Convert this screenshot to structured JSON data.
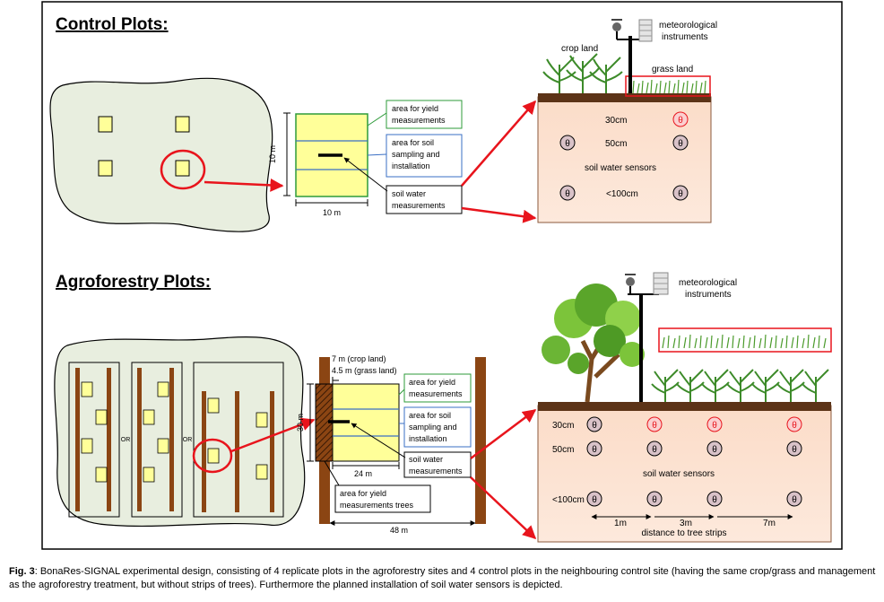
{
  "control": {
    "heading": "Control Plots:",
    "plot_dim_vertical": "10 m",
    "plot_dim_horizontal": "10 m",
    "label_yield": [
      "area for yield",
      "measurements"
    ],
    "label_soil": [
      "area for soil",
      "sampling and",
      "installation"
    ],
    "label_sensors": [
      "soil water",
      "measurements"
    ],
    "meteo": [
      "meteorological",
      "instruments"
    ],
    "crop_land": "crop land",
    "grass_land": "grass land",
    "depth_30": "30cm",
    "depth_50": "50cm",
    "depth_100": "<100cm",
    "sensors_caption": "soil water sensors",
    "theta": "θ"
  },
  "agro": {
    "heading": "Agroforestry Plots:",
    "or_label": "OR",
    "strip_crop": "7 m (crop land)",
    "strip_grass": "4.5 m (grass land)",
    "plot_dim_vertical": "30 m",
    "plot_dim_horizontal": "24 m",
    "total_width": "48 m",
    "label_yield": [
      "area for yield",
      "measurements"
    ],
    "label_soil": [
      "area for soil",
      "sampling and",
      "installation"
    ],
    "label_sensors": [
      "soil water",
      "measurements"
    ],
    "label_trees": [
      "area for yield",
      "measurements trees"
    ],
    "meteo": [
      "meteorological",
      "instruments"
    ],
    "depth_30": "30cm",
    "depth_50": "50cm",
    "depth_100": "<100cm",
    "sensors_caption": "soil water sensors",
    "dist_1": "1m",
    "dist_3": "3m",
    "dist_7": "7m",
    "distance_caption": "distance to tree strips",
    "theta": "θ"
  },
  "caption": {
    "fig_label": "Fig. 3",
    "text": ": BonaRes-SIGNAL experimental design, consisting of 4 replicate plots in the agroforestry sites and 4 control plots in the neighbouring control site (having the same crop/grass and management as the agroforestry treatment, but without strips of trees). Furthermore the planned installation of soil water sensors is depicted."
  },
  "colors": {
    "field": "#e8eedf",
    "plot_yellow": "#ffff99",
    "soil": "#fde4d4",
    "soil_top": "#5c3317",
    "red": "#e8141c",
    "green_box": "#2e9b3a",
    "blue_box": "#3a6fc4",
    "tree_strip": "#8b4513"
  }
}
